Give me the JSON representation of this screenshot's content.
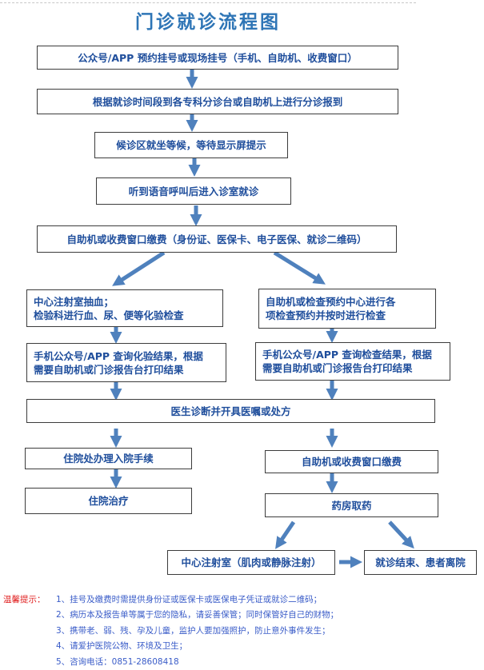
{
  "title": "门诊就诊流程图",
  "steps": {
    "s1": "公众号/APP 预约挂号或现场挂号（手机、自助机、收费窗口）",
    "s2": "根据就诊时间段到各专科分诊台或自助机上进行分诊报到",
    "s3": "候诊区就坐等候，等待显示屏提示",
    "s4": "听到语音呼叫后进入诊室就诊",
    "s5": "自助机或收费窗口缴费（身份证、医保卡、电子医保、就诊二维码）",
    "left_exam_line1": "中心注射室抽血；",
    "left_exam_line2": "检验科进行血、尿、便等化验检查",
    "right_exam_line1": "自助机或检查预约中心进行各",
    "right_exam_line2": "项检查预约并按时进行检查",
    "left_result_line1": "手机公众号/APP 查询化验结果，根据",
    "left_result_line2": "需要自助机或门诊报告台打印结果",
    "right_result_line1": "手机公众号/APP 查询检查结果，根据",
    "right_result_line2": "需要自助机或门诊报告台打印结果",
    "diagnosis": "医生诊断并开具医嘱或处方",
    "admission": "住院处办理入院手续",
    "inpatient": "住院治疗",
    "payment2": "自助机或收费窗口缴费",
    "pharmacy": "药房取药",
    "injection": "中心注射室（肌肉或静脉注射）",
    "end": "就诊结束、患者离院"
  },
  "notes": {
    "label": "温馨提示：",
    "items": [
      "1、挂号及缴费时需提供身份证或医保卡或医保电子凭证或就诊二维码；",
      "2、病历本及报告单等属于您的隐私，请妥善保管；同时保管好自己的财物；",
      "3、携带老、弱、残、孕及儿童，监护人要加强照护，防止意外事件发生；",
      "4、请爱护医院公物、环境及卫生；",
      "5、咨询电话：0851-28608418"
    ]
  },
  "colors": {
    "title": "#2e75b6",
    "box_text": "#1f4e9c",
    "arrow": "#4f81bd",
    "note_label": "#e02020",
    "note_text": "#3a5cc8"
  }
}
